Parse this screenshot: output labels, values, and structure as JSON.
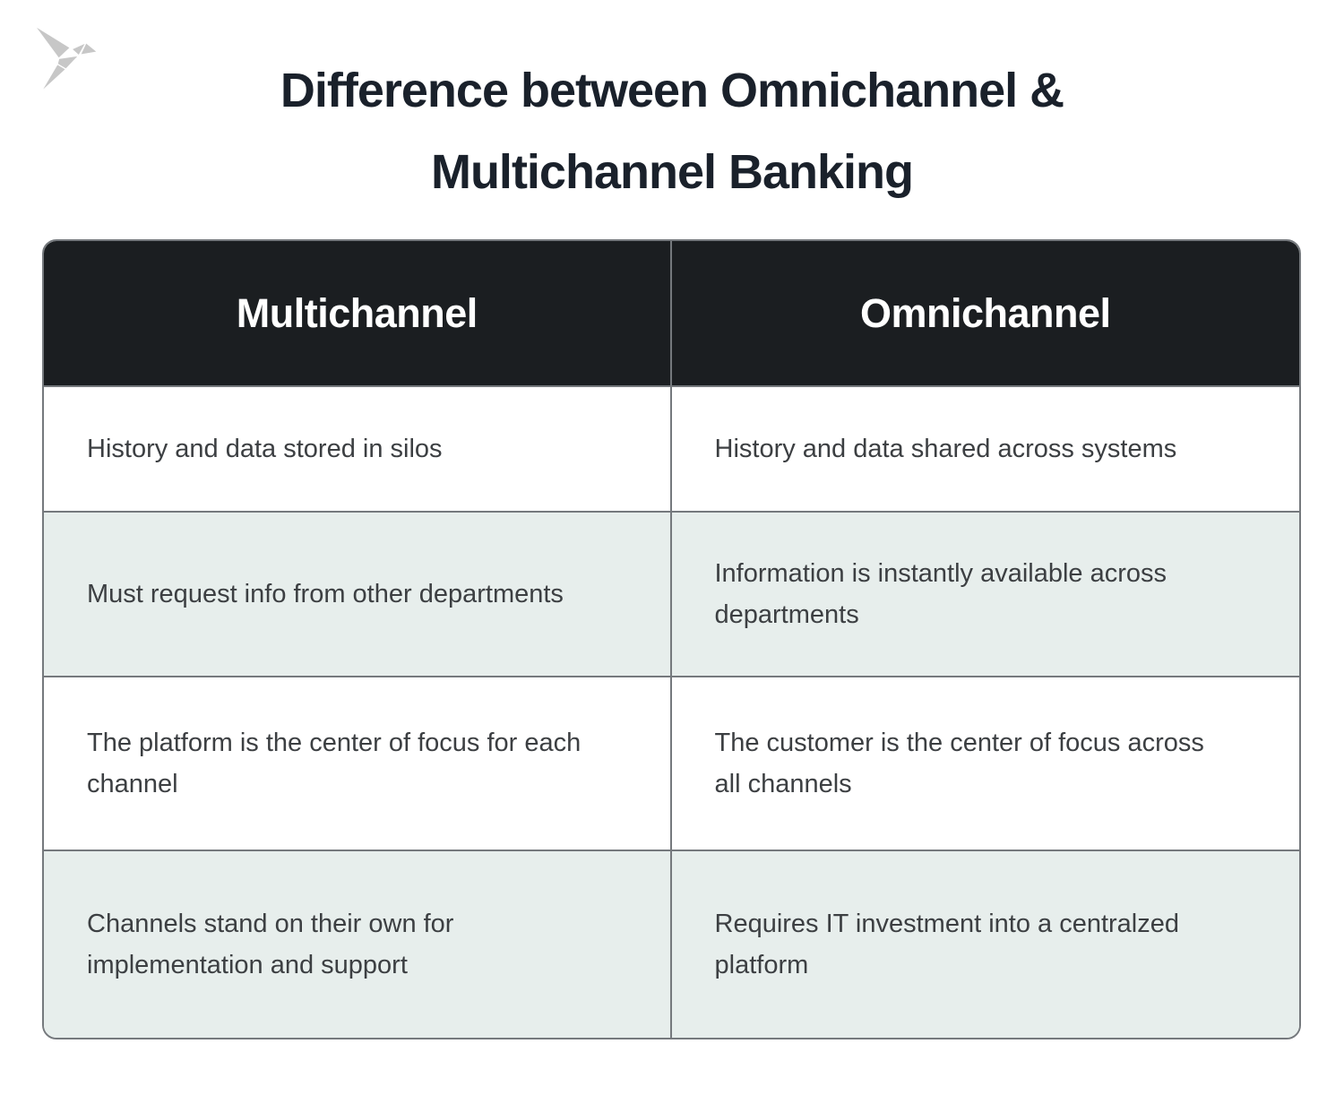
{
  "header": {
    "title_line1": "Difference between Omnichannel &",
    "title_line2": "Multichannel Banking"
  },
  "logo": {
    "icon": "origami-bird-icon"
  },
  "table": {
    "columns": [
      {
        "label": "Multichannel"
      },
      {
        "label": "Omnichannel"
      }
    ],
    "rows": [
      {
        "multichannel": "History and data stored in silos",
        "omnichannel": "History and data shared across systems"
      },
      {
        "multichannel": "Must request info from other departments",
        "omnichannel": "Information is instantly available across departments"
      },
      {
        "multichannel": "The platform is the center of focus for each channel",
        "omnichannel": "The customer is the center of focus across all channels"
      },
      {
        "multichannel": "Channels stand on their own for implementation and support",
        "omnichannel": "Requires IT investment into a centralzed platform"
      }
    ]
  },
  "colors": {
    "header_bg": "#1b1e21",
    "header_text": "#ffffff",
    "row_bg": "#ffffff",
    "row_alt_bg": "#e7eeec",
    "border": "#75797d",
    "body_text": "#3c3f42",
    "title_text": "#1a212b",
    "logo_gray": "#c7c7c7"
  }
}
